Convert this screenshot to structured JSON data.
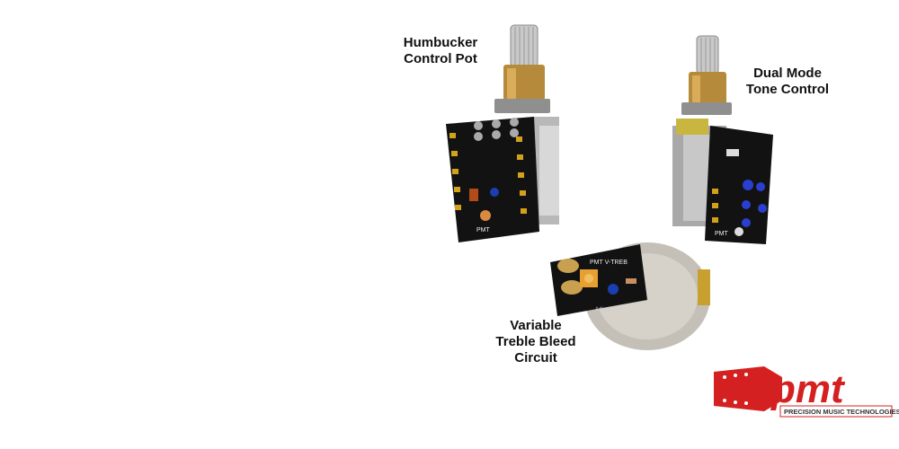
{
  "labels": {
    "humbucker": "Humbucker\nControl Pot",
    "dual_mode": "Dual Mode\nTone Control",
    "treble": "Variable\nTreble Bleed\nCircuit"
  },
  "boards": {
    "left_board_text": "PMT",
    "right_board_text": "PMT",
    "treble_board_text": "PMT V-TREB",
    "treble_board_text2": "Adjust"
  },
  "logo": {
    "wordmark": "pmt",
    "tagline": "PRECISION MUSIC TECHNOLOGIES",
    "color": "#d42020"
  }
}
